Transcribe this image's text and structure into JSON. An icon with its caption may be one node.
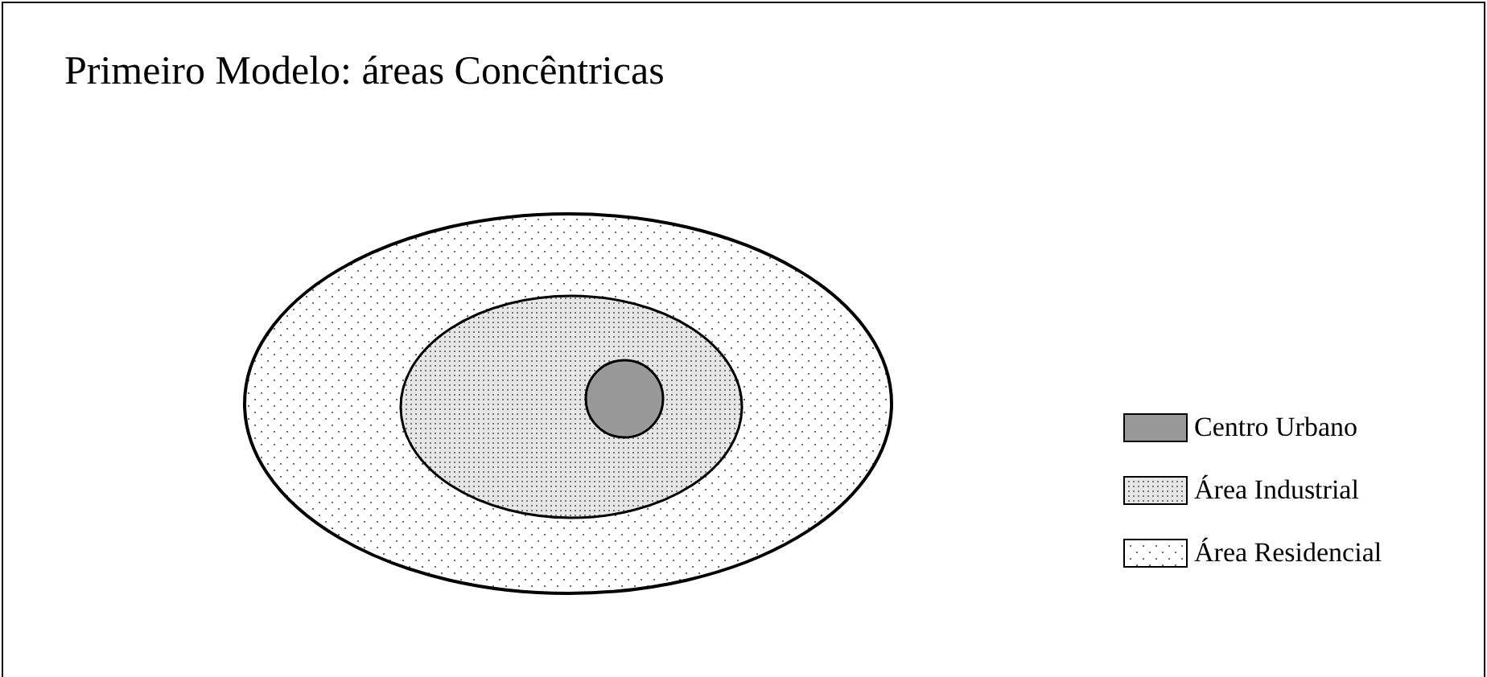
{
  "diagram": {
    "title": "Primeiro Modelo: áreas Concêntricas",
    "legend": [
      {
        "text": "Centro Urbano",
        "color": "#999999"
      },
      {
        "text": "Área Industrial"
      },
      {
        "text": "Área Residencial"
      }
    ]
  }
}
